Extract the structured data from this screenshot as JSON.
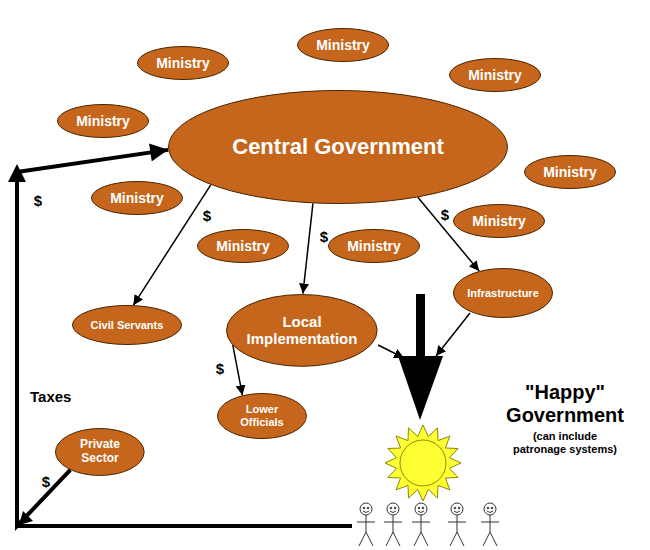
{
  "diagram": {
    "nodes": [
      {
        "text": [
          "Ministry"
        ]
      },
      {
        "text": [
          "Ministry"
        ]
      },
      {
        "text": [
          "Ministry"
        ]
      },
      {
        "text": [
          "Ministry"
        ]
      },
      {
        "text": [
          "Central Government"
        ]
      },
      {
        "text": [
          "Ministry"
        ]
      },
      {
        "text": [
          "Ministry"
        ]
      },
      {
        "text": [
          "Ministry"
        ]
      },
      {
        "text": [
          "Ministry"
        ]
      },
      {
        "text": [
          "Ministry"
        ]
      },
      {
        "text": [
          "Infrastructure"
        ]
      },
      {
        "text": [
          "Civil Servants"
        ]
      },
      {
        "text": [
          "Local Implementation"
        ]
      },
      {
        "text": [
          "Lower Officials"
        ]
      },
      {
        "text": [
          "Private Sector"
        ]
      }
    ],
    "edges": [
      {
        "from": 4,
        "to": 11,
        "label": "$",
        "arrow": "to"
      },
      {
        "from": 4,
        "to": 12,
        "label": "$",
        "arrow": "to"
      },
      {
        "from": 4,
        "to": 10,
        "label": "$",
        "arrow": "to"
      },
      {
        "from": 12,
        "to": 13,
        "label": "$",
        "arrow": "to"
      },
      {
        "from": 14,
        "to": 4,
        "label": "$",
        "arrow": "to"
      }
    ],
    "labels": [
      "Taxes",
      "$",
      "\"Happy\" Government",
      "(can include patronage systems)"
    ]
  }
}
